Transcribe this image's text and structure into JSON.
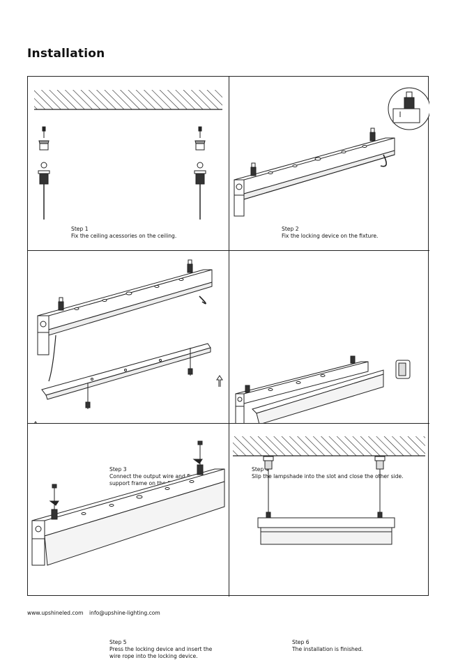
{
  "page": {
    "title": "Installation",
    "footer": {
      "website": "www.upshineled.com",
      "email": "info@upshine-lighting.com"
    }
  },
  "steps": [
    {
      "label": "Step 1",
      "text": "Fix the ceiling acessories on the ceiling."
    },
    {
      "label": "Step 2",
      "text": "Fix the locking device on the fixture."
    },
    {
      "label": "Step 3",
      "text": "Connect the output wire and fix the support frame on the fixture."
    },
    {
      "label": "Step 4",
      "text": "Slip the lampshade into the slot and close the other side."
    },
    {
      "label": "Step 5",
      "text": "Press the locking device and insert the wire rope into the locking device."
    },
    {
      "label": "Step 6",
      "text": "The installation is finished."
    }
  ]
}
